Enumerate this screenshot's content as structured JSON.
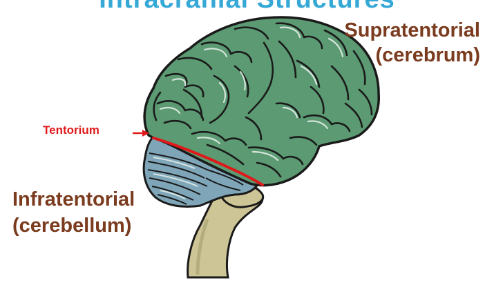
{
  "title": "Intracranial Structures",
  "labels": {
    "supratentorial": {
      "line1": "Supratentorial",
      "line2": "(cerebrum)"
    },
    "infratentorial": {
      "line1": "Infratentorial",
      "line2": "(cerebellum)"
    },
    "tentorium": "Tentorium"
  },
  "icons": {
    "tentorium_pointer": "arrow-right-icon"
  },
  "colors": {
    "title": "#35a8d6",
    "label_text": "#7a3b1e",
    "tentorium_text": "#e0191a",
    "tentorium_line": "#e0191a",
    "cerebrum_fill": "#5b9a72",
    "cerebellum_fill": "#7fa6b8",
    "brainstem_fill": "#cdc596",
    "outline": "#1a1a1a",
    "highlight": "#eaf3ee"
  }
}
